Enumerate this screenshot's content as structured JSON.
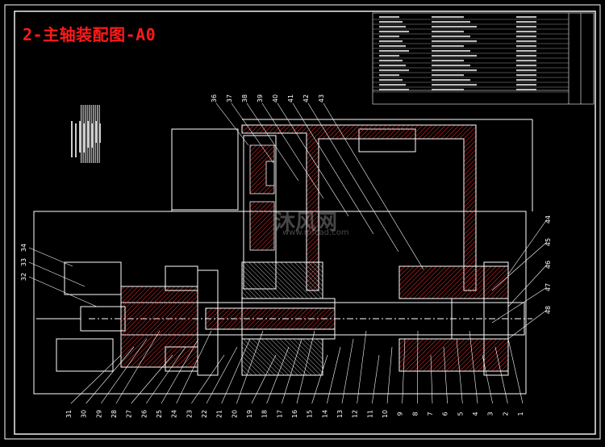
{
  "drawing": {
    "title": "2-主轴装配图-A0",
    "watermark": "沐风网",
    "watermark_url": "www.mfcad.com",
    "colors": {
      "background": "#000000",
      "title": "#ff1a1a",
      "frame": "#ffffff",
      "parts": "#ffffff",
      "hatch": "#ff3030",
      "leaders": "#ffffff"
    },
    "part_numbers_bottom": [
      "31",
      "30",
      "29",
      "28",
      "27",
      "26",
      "25",
      "24",
      "23",
      "22",
      "21",
      "20",
      "19",
      "18",
      "17",
      "16",
      "15",
      "14",
      "13",
      "12",
      "11",
      "10",
      "9",
      "8",
      "7",
      "6",
      "5",
      "4",
      "3",
      "2",
      "1"
    ],
    "part_numbers_top": [
      "36",
      "37",
      "38",
      "39",
      "40",
      "41",
      "42",
      "43"
    ],
    "part_numbers_left": [
      "34",
      "33",
      "32"
    ],
    "part_numbers_right": [
      "44",
      "45",
      "46",
      "47",
      "48"
    ]
  }
}
